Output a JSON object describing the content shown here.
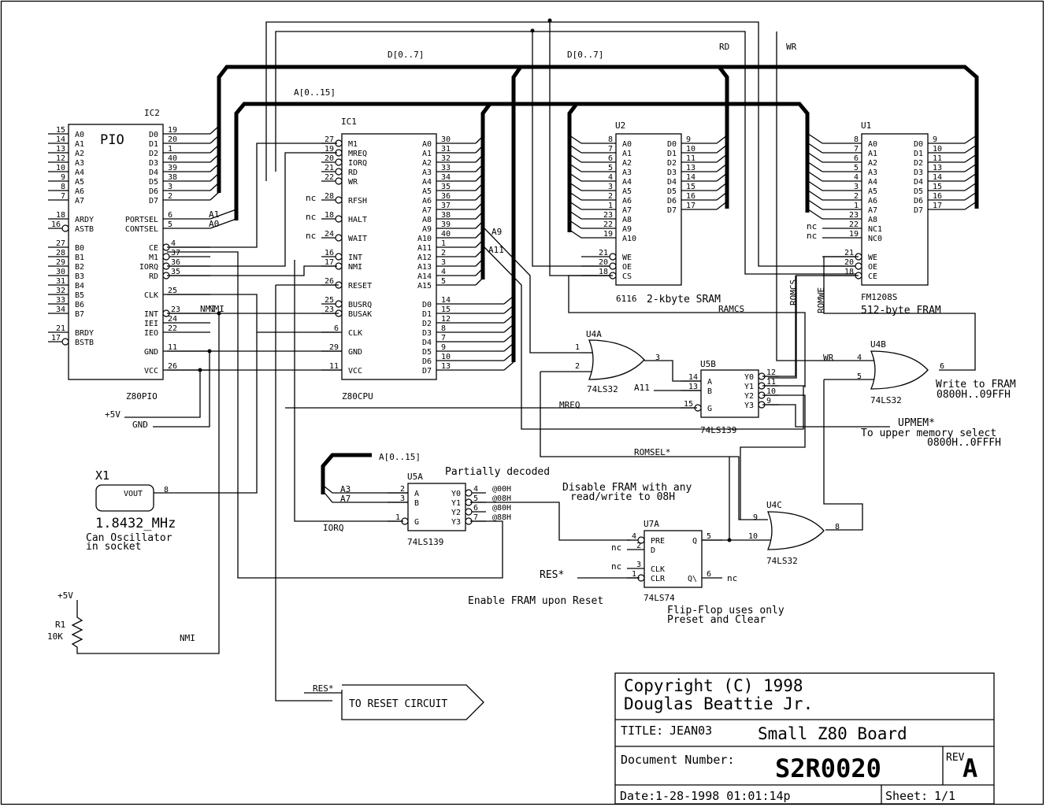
{
  "schematic": {
    "buses": {
      "data": "D[0..7]",
      "address": "A[0..15]",
      "rd": "RD",
      "wr": "WR"
    },
    "ic2": {
      "ref": "IC2",
      "part": "Z80PIO",
      "label": "PIO",
      "left_pins": [
        {
          "num": "15",
          "name": "A0"
        },
        {
          "num": "14",
          "name": "A1"
        },
        {
          "num": "13",
          "name": "A2"
        },
        {
          "num": "12",
          "name": "A3"
        },
        {
          "num": "10",
          "name": "A4"
        },
        {
          "num": "9",
          "name": "A5"
        },
        {
          "num": "8",
          "name": "A6"
        },
        {
          "num": "7",
          "name": "A7"
        },
        {
          "num": "18",
          "name": "ARDY"
        },
        {
          "num": "16",
          "name": "ASTB"
        },
        {
          "num": "27",
          "name": "B0"
        },
        {
          "num": "28",
          "name": "B1"
        },
        {
          "num": "29",
          "name": "B2"
        },
        {
          "num": "30",
          "name": "B3"
        },
        {
          "num": "31",
          "name": "B4"
        },
        {
          "num": "32",
          "name": "B5"
        },
        {
          "num": "33",
          "name": "B6"
        },
        {
          "num": "34",
          "name": "B7"
        },
        {
          "num": "21",
          "name": "BRDY"
        },
        {
          "num": "17",
          "name": "BSTB"
        }
      ],
      "right_pins": [
        {
          "num": "19",
          "name": "D0"
        },
        {
          "num": "20",
          "name": "D1"
        },
        {
          "num": "1",
          "name": "D2"
        },
        {
          "num": "40",
          "name": "D3"
        },
        {
          "num": "39",
          "name": "D4"
        },
        {
          "num": "38",
          "name": "D5"
        },
        {
          "num": "3",
          "name": "D6"
        },
        {
          "num": "2",
          "name": "D7"
        },
        {
          "num": "6",
          "name": "PORTSEL",
          "net": "A1"
        },
        {
          "num": "5",
          "name": "CONTSEL",
          "net": "A0"
        },
        {
          "num": "4",
          "name": "CE"
        },
        {
          "num": "37",
          "name": "M1"
        },
        {
          "num": "36",
          "name": "IORQ"
        },
        {
          "num": "35",
          "name": "RD"
        },
        {
          "num": "25",
          "name": "CLK"
        },
        {
          "num": "23",
          "name": "INT",
          "net": "NMI"
        },
        {
          "num": "24",
          "name": "IEI"
        },
        {
          "num": "22",
          "name": "IEO"
        },
        {
          "num": "11",
          "name": "GND"
        },
        {
          "num": "26",
          "name": "VCC"
        }
      ]
    },
    "ic1": {
      "ref": "IC1",
      "part": "Z80CPU",
      "left_pins": [
        {
          "num": "27",
          "name": "M1"
        },
        {
          "num": "19",
          "name": "MREQ"
        },
        {
          "num": "20",
          "name": "IORQ"
        },
        {
          "num": "21",
          "name": "RD"
        },
        {
          "num": "22",
          "name": "WR"
        },
        {
          "num": "28",
          "name": "RFSH",
          "nc": "nc"
        },
        {
          "num": "18",
          "name": "HALT",
          "nc": "nc"
        },
        {
          "num": "24",
          "name": "WAIT",
          "nc": "nc"
        },
        {
          "num": "16",
          "name": "INT"
        },
        {
          "num": "17",
          "name": "NMI"
        },
        {
          "num": "26",
          "name": "RESET"
        },
        {
          "num": "25",
          "name": "BUSRQ"
        },
        {
          "num": "23",
          "name": "BUSAK"
        },
        {
          "num": "6",
          "name": "CLK"
        },
        {
          "num": "29",
          "name": "GND"
        },
        {
          "num": "11",
          "name": "VCC"
        }
      ],
      "right_pins": [
        {
          "num": "30",
          "name": "A0"
        },
        {
          "num": "31",
          "name": "A1"
        },
        {
          "num": "32",
          "name": "A2"
        },
        {
          "num": "33",
          "name": "A3"
        },
        {
          "num": "34",
          "name": "A4"
        },
        {
          "num": "35",
          "name": "A5"
        },
        {
          "num": "36",
          "name": "A6"
        },
        {
          "num": "37",
          "name": "A7"
        },
        {
          "num": "38",
          "name": "A8"
        },
        {
          "num": "39",
          "name": "A9"
        },
        {
          "num": "40",
          "name": "A10"
        },
        {
          "num": "1",
          "name": "A11"
        },
        {
          "num": "2",
          "name": "A12"
        },
        {
          "num": "3",
          "name": "A13"
        },
        {
          "num": "4",
          "name": "A14"
        },
        {
          "num": "5",
          "name": "A15"
        },
        {
          "num": "14",
          "name": "D0"
        },
        {
          "num": "15",
          "name": "D1"
        },
        {
          "num": "12",
          "name": "D2"
        },
        {
          "num": "8",
          "name": "D3"
        },
        {
          "num": "7",
          "name": "D4"
        },
        {
          "num": "9",
          "name": "D5"
        },
        {
          "num": "10",
          "name": "D6"
        },
        {
          "num": "13",
          "name": "D7"
        }
      ],
      "taps": [
        "A9",
        "A11"
      ]
    },
    "u2": {
      "ref": "U2",
      "part": "6116",
      "desc": "2-kbyte SRAM",
      "left_pins": [
        {
          "num": "8",
          "name": "A0"
        },
        {
          "num": "7",
          "name": "A1"
        },
        {
          "num": "6",
          "name": "A2"
        },
        {
          "num": "5",
          "name": "A3"
        },
        {
          "num": "4",
          "name": "A4"
        },
        {
          "num": "3",
          "name": "A5"
        },
        {
          "num": "2",
          "name": "A6"
        },
        {
          "num": "1",
          "name": "A7"
        },
        {
          "num": "23",
          "name": "A8"
        },
        {
          "num": "22",
          "name": "A9"
        },
        {
          "num": "19",
          "name": "A10"
        },
        {
          "num": "21",
          "name": "WE"
        },
        {
          "num": "20",
          "name": "OE"
        },
        {
          "num": "18",
          "name": "CS"
        }
      ],
      "right_pins": [
        {
          "num": "9",
          "name": "D0"
        },
        {
          "num": "10",
          "name": "D1"
        },
        {
          "num": "11",
          "name": "D2"
        },
        {
          "num": "13",
          "name": "D3"
        },
        {
          "num": "14",
          "name": "D4"
        },
        {
          "num": "15",
          "name": "D5"
        },
        {
          "num": "16",
          "name": "D6"
        },
        {
          "num": "17",
          "name": "D7"
        }
      ],
      "net": "RAMCS"
    },
    "u1": {
      "ref": "U1",
      "part": "FM1208S",
      "desc": "512-byte FRAM",
      "left_pins": [
        {
          "num": "8",
          "name": "A0"
        },
        {
          "num": "7",
          "name": "A1"
        },
        {
          "num": "6",
          "name": "A2"
        },
        {
          "num": "5",
          "name": "A3"
        },
        {
          "num": "4",
          "name": "A4"
        },
        {
          "num": "3",
          "name": "A5"
        },
        {
          "num": "2",
          "name": "A6"
        },
        {
          "num": "1",
          "name": "A7"
        },
        {
          "num": "23",
          "name": "A8"
        },
        {
          "num": "22",
          "name": "NC1",
          "nc": "nc"
        },
        {
          "num": "19",
          "name": "NC0",
          "nc": "nc"
        },
        {
          "num": "21",
          "name": "WE"
        },
        {
          "num": "20",
          "name": "OE"
        },
        {
          "num": "18",
          "name": "CE"
        }
      ],
      "right_pins": [
        {
          "num": "9",
          "name": "D0"
        },
        {
          "num": "10",
          "name": "D1"
        },
        {
          "num": "11",
          "name": "D2"
        },
        {
          "num": "13",
          "name": "D3"
        },
        {
          "num": "14",
          "name": "D4"
        },
        {
          "num": "15",
          "name": "D5"
        },
        {
          "num": "16",
          "name": "D6"
        },
        {
          "num": "17",
          "name": "D7"
        }
      ],
      "nets": [
        "ROMCS",
        "ROMWE"
      ]
    },
    "u4a": {
      "ref": "U4A",
      "part": "74LS32",
      "in1": "1",
      "in2": "2",
      "out": "3"
    },
    "u5b": {
      "ref": "U5B",
      "part": "74LS139",
      "pins": [
        {
          "num": "14",
          "name": "A"
        },
        {
          "num": "13",
          "name": "B"
        },
        {
          "num": "15",
          "name": "G"
        },
        {
          "num": "12",
          "name": "Y0"
        },
        {
          "num": "11",
          "name": "Y1"
        },
        {
          "num": "10",
          "name": "Y2"
        },
        {
          "num": "9",
          "name": "Y3"
        }
      ],
      "nets": {
        "b": "A11",
        "g": "MREQ"
      }
    },
    "u4b": {
      "ref": "U4B",
      "part": "74LS32",
      "in1": "4",
      "in2": "5",
      "out": "6",
      "net_in1": "WR",
      "note1": "Write to FRAM",
      "note2": "0800H..09FFH"
    },
    "upmem": {
      "net": "UPMEM*",
      "note1": "To upper memory select",
      "note2": "0800H..0FFFH"
    },
    "romsel": "ROMSEL*",
    "u5a": {
      "ref": "U5A",
      "part": "74LS139",
      "bus": "A[0..15]",
      "title": "Partially decoded",
      "in_pins": [
        {
          "num": "2",
          "name": "A",
          "net": "A3"
        },
        {
          "num": "3",
          "name": "B",
          "net": "A7"
        },
        {
          "num": "1",
          "name": "G",
          "net": "IORQ"
        }
      ],
      "out_pins": [
        {
          "num": "4",
          "name": "Y0",
          "addr": "@00H"
        },
        {
          "num": "5",
          "name": "Y1",
          "addr": "@08H"
        },
        {
          "num": "6",
          "name": "Y2",
          "addr": "@80H"
        },
        {
          "num": "7",
          "name": "Y3",
          "addr": "@88H"
        }
      ]
    },
    "u7a": {
      "ref": "U7A",
      "part": "74LS74",
      "pins": [
        {
          "num": "4",
          "name": "PRE"
        },
        {
          "num": "2",
          "name": "D",
          "nc": "nc"
        },
        {
          "num": "3",
          "name": "CLK",
          "nc": "nc"
        },
        {
          "num": "1",
          "name": "CLR"
        },
        {
          "num": "5",
          "name": "Q"
        },
        {
          "num": "6",
          "name": "Q\\",
          "nc": "nc"
        }
      ],
      "note_top1": "Disable FRAM with any",
      "note_top2": "read/write to 08H",
      "note_left": "Enable FRAM upon Reset",
      "note_bottom1": "Flip-Flop uses only",
      "note_bottom2": "Preset and Clear",
      "res_net": "RES*"
    },
    "u4c": {
      "ref": "U4C",
      "part": "74LS32",
      "in1": "9",
      "in2": "10",
      "out": "8"
    },
    "x1": {
      "ref": "X1",
      "pin_name": "VOUT",
      "pin": "8",
      "freq": "1.8432_MHz",
      "note1": "Can Oscillator",
      "note2": "in socket"
    },
    "r1": {
      "ref": "R1",
      "value": "10K",
      "supply": "+5V",
      "net": "NMI"
    },
    "power": {
      "vcc": "+5V",
      "gnd": "GND"
    },
    "reset_port": {
      "net": "RES*",
      "label": "TO RESET CIRCUIT"
    }
  },
  "title_block": {
    "copyright1": "Copyright (C) 1998",
    "copyright2": "Douglas Beattie Jr.",
    "title_label": "TITLE:",
    "title_code": "JEAN03",
    "title": "Small Z80 Board",
    "docnum_label": "Document Number:",
    "docnum": "S2R0020",
    "rev_label": "REV",
    "rev": "A",
    "date_label": "Date:",
    "date": "1-28-1998 01:01:14p",
    "sheet_label": "Sheet:",
    "sheet": "1/1"
  }
}
